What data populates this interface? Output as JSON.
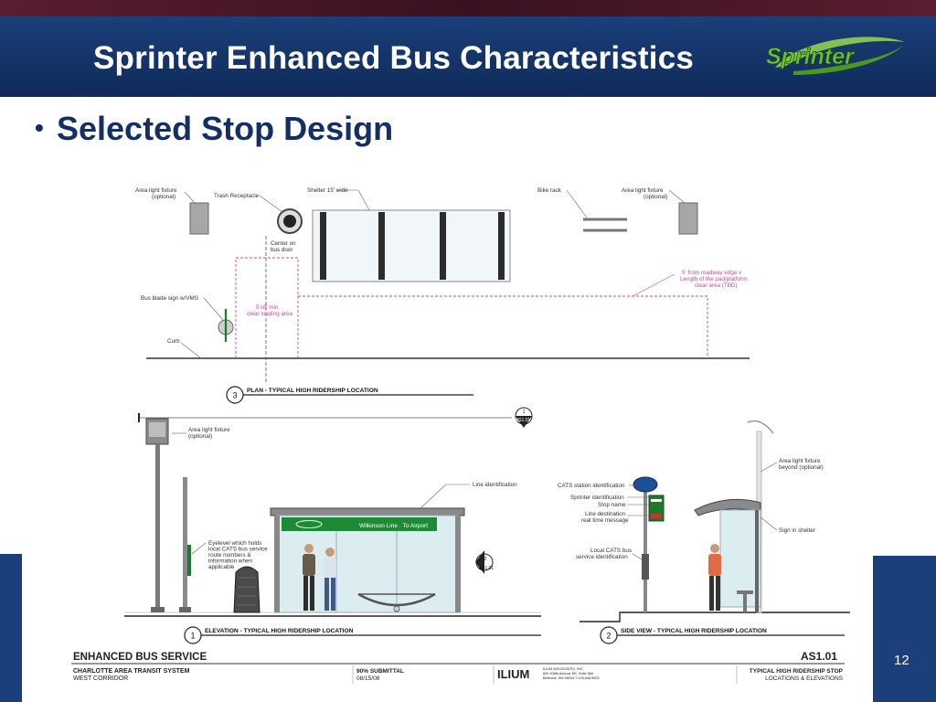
{
  "header": {
    "title": "Sprinter Enhanced Bus Characteristics",
    "logo_text": "Sprinter"
  },
  "content": {
    "bullet": "Selected Stop Design"
  },
  "page_number": "12",
  "drawing": {
    "plan": {
      "callouts": {
        "light_left": [
          "Area light fixture",
          "(optional)"
        ],
        "trash": [
          "Trash Receptacle"
        ],
        "shelter": [
          "Shelter 15' wide"
        ],
        "bike": [
          "Bike rack"
        ],
        "light_right": [
          "Area light fixture",
          "(optional)"
        ],
        "center_door": [
          "Center on",
          "bus door"
        ],
        "blade": [
          "Bus blade sign w/VMS"
        ],
        "loading": [
          "5'x8' min",
          "clear loading area"
        ],
        "roadway": [
          "5' from roadway edge x",
          "Length of the pad/platform",
          "clear area (TBD)"
        ],
        "curb": [
          "Curb"
        ]
      },
      "detail_number": "3",
      "detail_title": "PLAN - TYPICAL HIGH RIDERSHIP LOCATION",
      "section_ref_top": "1",
      "section_ref_bottom": "AS1.01"
    },
    "elevation": {
      "callouts": {
        "light": [
          "Area light fixture",
          "(optional)"
        ],
        "line_id": [
          "Line identification"
        ],
        "eyelevel": [
          "Eyelevel which holds",
          "local CATS bus service",
          "route numbers &",
          "information when",
          "applicable"
        ]
      },
      "sign_text": "Wilkinson Line · To Airport",
      "detail_number": "1",
      "detail_title": "ELEVATION - TYPICAL HIGH RIDERSHIP LOCATION",
      "section_ref_top": "2",
      "section_ref_bottom": "AS1.01"
    },
    "side": {
      "callouts": {
        "cats_id": [
          "CATS station identification"
        ],
        "sprinter_id": [
          "Sprinter identification"
        ],
        "stop_name": [
          "Stop name"
        ],
        "line_dest": [
          "Line destination",
          "real time message"
        ],
        "local_bus": [
          "Local CATS bus",
          "service identification"
        ],
        "light": [
          "Area light fixture",
          "beyond (optional)"
        ],
        "sign_shelter": [
          "Sign in shelter"
        ]
      },
      "detail_number": "2",
      "detail_title": "SIDE VIEW - TYPICAL HIGH RIDERSHIP LOCATION"
    },
    "titleblock": {
      "project": "ENHANCED BUS SERVICE",
      "client": "CHARLOTTE AREA TRANSIT SYSTEM",
      "corridor": "WEST CORRIDOR",
      "submittal": "90% SUBMITTAL",
      "date": "08/15/08",
      "firm": "ILIUM",
      "firm_lines": [
        "ILIUM ASSOCIATES, INC.",
        "600 108th Avenue NE, Suite 660",
        "Bellevue, WA 98004  T 425.646.6525"
      ],
      "sheet": "AS1.01",
      "sheet_title": "TYPICAL HIGH RIDERSHIP STOP",
      "sheet_subtitle": "LOCATIONS & ELEVATIONS"
    }
  },
  "colors": {
    "header_bg": "#143366",
    "title_text": "#ffffff",
    "bullet_text": "#142f66",
    "logo_green": "#6dc232",
    "accent_strip": "#4a1626"
  }
}
